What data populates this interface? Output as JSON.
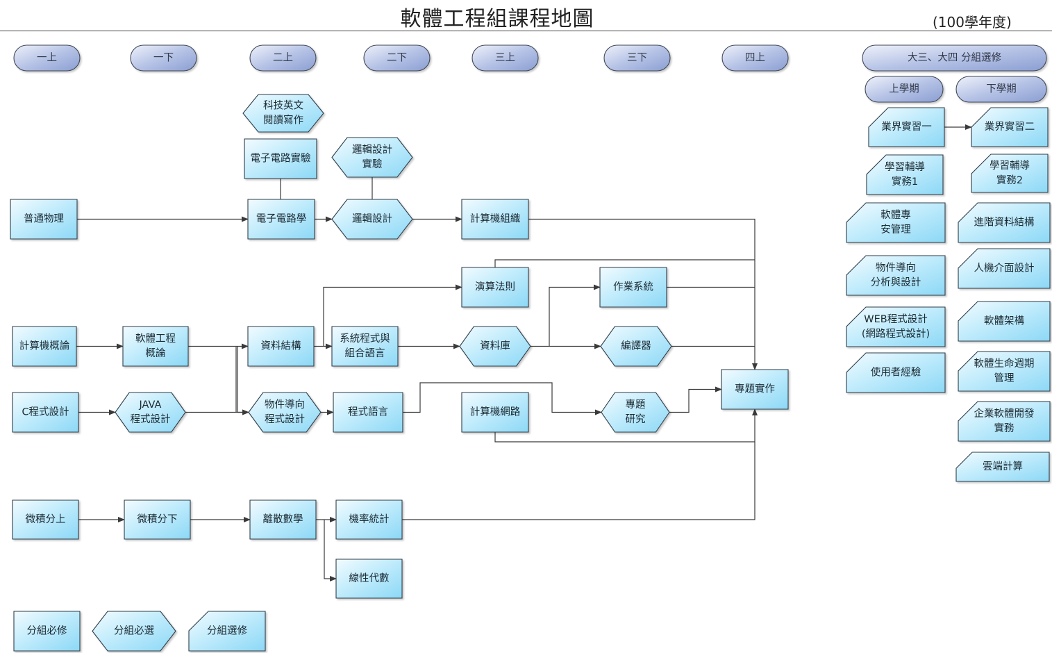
{
  "header": {
    "title": "軟體工程組課程地圖",
    "year": "(100學年度)"
  },
  "colors": {
    "node_fill_top": "#eaf8fe",
    "node_fill_bottom": "#8ed9f6",
    "node_border": "#2f3d4a",
    "pill_fill_top": "#e4e9f6",
    "pill_fill_bottom": "#8a9fd0",
    "edge": "#3a3a3a"
  },
  "semesters": [
    {
      "id": "s1",
      "label": "一上"
    },
    {
      "id": "s2",
      "label": "一下"
    },
    {
      "id": "s3",
      "label": "二上"
    },
    {
      "id": "s4",
      "label": "二下"
    },
    {
      "id": "s5",
      "label": "三上"
    },
    {
      "id": "s6",
      "label": "三下"
    },
    {
      "id": "s7",
      "label": "四上"
    },
    {
      "id": "elective",
      "label": "大三、大四 分組選修"
    },
    {
      "id": "upper",
      "label": "上學期"
    },
    {
      "id": "lower",
      "label": "下學期"
    }
  ],
  "nodes": [
    {
      "id": "tech-english",
      "type": "required-elective",
      "lines": [
        "科技英文",
        "閱讀寫作"
      ]
    },
    {
      "id": "elec-lab",
      "type": "required",
      "lines": [
        "電子電路實驗"
      ]
    },
    {
      "id": "logic-lab",
      "type": "required-elective",
      "lines": [
        "邏輯設計",
        "實驗"
      ]
    },
    {
      "id": "physics",
      "type": "required",
      "lines": [
        "普通物理"
      ]
    },
    {
      "id": "electronics",
      "type": "required",
      "lines": [
        "電子電路學"
      ]
    },
    {
      "id": "logic",
      "type": "required-elective",
      "lines": [
        "邏輯設計"
      ]
    },
    {
      "id": "comp-org",
      "type": "required",
      "lines": [
        "計算機組織"
      ]
    },
    {
      "id": "algorithms",
      "type": "required",
      "lines": [
        "演算法則"
      ]
    },
    {
      "id": "os",
      "type": "required",
      "lines": [
        "作業系統"
      ]
    },
    {
      "id": "intro-cs",
      "type": "required",
      "lines": [
        "計算機概論"
      ]
    },
    {
      "id": "intro-se",
      "type": "required",
      "lines": [
        "軟體工程",
        "概論"
      ]
    },
    {
      "id": "data-struct",
      "type": "required",
      "lines": [
        "資料結構"
      ]
    },
    {
      "id": "sys-prog",
      "type": "required",
      "lines": [
        "系統程式與",
        "組合語言"
      ]
    },
    {
      "id": "database",
      "type": "required-elective",
      "lines": [
        "資料庫"
      ]
    },
    {
      "id": "compiler",
      "type": "required-elective",
      "lines": [
        "編譯器"
      ]
    },
    {
      "id": "capstone",
      "type": "required",
      "lines": [
        "專題實作"
      ]
    },
    {
      "id": "c-prog",
      "type": "required",
      "lines": [
        "C程式設計"
      ]
    },
    {
      "id": "java",
      "type": "required-elective",
      "lines": [
        "JAVA",
        "程式設計"
      ]
    },
    {
      "id": "oop",
      "type": "required-elective",
      "lines": [
        "物件導向",
        "程式設計"
      ]
    },
    {
      "id": "prog-lang",
      "type": "required",
      "lines": [
        "程式語言"
      ]
    },
    {
      "id": "networks",
      "type": "required",
      "lines": [
        "計算機網路"
      ]
    },
    {
      "id": "research",
      "type": "required-elective",
      "lines": [
        "專題",
        "研究"
      ]
    },
    {
      "id": "calc1",
      "type": "required",
      "lines": [
        "微積分上"
      ]
    },
    {
      "id": "calc2",
      "type": "required",
      "lines": [
        "微積分下"
      ]
    },
    {
      "id": "discrete",
      "type": "required",
      "lines": [
        "離散數學"
      ]
    },
    {
      "id": "probability",
      "type": "required",
      "lines": [
        "機率統計"
      ]
    },
    {
      "id": "linear-algebra",
      "type": "required",
      "lines": [
        "線性代數"
      ]
    },
    {
      "id": "intern1",
      "type": "elective",
      "lines": [
        "業界實習一"
      ]
    },
    {
      "id": "intern2",
      "type": "elective",
      "lines": [
        "業界實習二"
      ]
    },
    {
      "id": "tutor1",
      "type": "elective",
      "lines": [
        "學習輔導",
        "實務1"
      ]
    },
    {
      "id": "tutor2",
      "type": "elective",
      "lines": [
        "學習輔導",
        "實務2"
      ]
    },
    {
      "id": "sw-pm",
      "type": "elective",
      "lines": [
        "軟體專",
        "安管理"
      ]
    },
    {
      "id": "adv-ds",
      "type": "elective",
      "lines": [
        "進階資料結構"
      ]
    },
    {
      "id": "ooad",
      "type": "elective",
      "lines": [
        "物件導向",
        "分析與設計"
      ]
    },
    {
      "id": "hci",
      "type": "elective",
      "lines": [
        "人機介面設計"
      ]
    },
    {
      "id": "web",
      "type": "elective",
      "lines": [
        "WEB程式設計",
        "(網路程式設計)"
      ]
    },
    {
      "id": "sw-arch",
      "type": "elective",
      "lines": [
        "軟體架構"
      ]
    },
    {
      "id": "ux",
      "type": "elective",
      "lines": [
        "使用者經驗"
      ]
    },
    {
      "id": "sdlc",
      "type": "elective",
      "lines": [
        "軟體生命週期",
        "管理"
      ]
    },
    {
      "id": "enterprise",
      "type": "elective",
      "lines": [
        "企業軟體開發",
        "實務"
      ]
    },
    {
      "id": "cloud",
      "type": "elective",
      "lines": [
        "雲端計算"
      ]
    }
  ],
  "legend": [
    {
      "type": "required",
      "label": "分組必修"
    },
    {
      "type": "required-elective",
      "label": "分組必選"
    },
    {
      "type": "elective",
      "label": "分組選修"
    }
  ],
  "edges": [
    {
      "from": "physics",
      "to": "electronics"
    },
    {
      "from": "elec-lab",
      "to": "electronics",
      "arrow": false
    },
    {
      "from": "logic-lab",
      "to": "logic",
      "arrow": false
    },
    {
      "from": "electronics",
      "to": "logic"
    },
    {
      "from": "logic",
      "to": "comp-org"
    },
    {
      "from": "comp-org",
      "to": "capstone"
    },
    {
      "from": "algorithms",
      "to": "capstone"
    },
    {
      "from": "os",
      "to": "capstone"
    },
    {
      "from": "compiler",
      "to": "capstone"
    },
    {
      "from": "research",
      "to": "capstone"
    },
    {
      "from": "networks",
      "to": "capstone"
    },
    {
      "from": "probability",
      "to": "capstone"
    },
    {
      "from": "intro-cs",
      "to": "intro-se"
    },
    {
      "from": "intro-se",
      "to": "data-struct"
    },
    {
      "from": "intro-se",
      "to": "oop"
    },
    {
      "from": "java",
      "to": "data-struct"
    },
    {
      "from": "java",
      "to": "oop"
    },
    {
      "from": "data-struct",
      "to": "sys-prog"
    },
    {
      "from": "data-struct",
      "to": "algorithms"
    },
    {
      "from": "sys-prog",
      "to": "database"
    },
    {
      "from": "database",
      "to": "os"
    },
    {
      "from": "database",
      "to": "compiler"
    },
    {
      "from": "c-prog",
      "to": "java"
    },
    {
      "from": "oop",
      "to": "prog-lang"
    },
    {
      "from": "prog-lang",
      "to": "research"
    },
    {
      "from": "calc1",
      "to": "calc2"
    },
    {
      "from": "calc2",
      "to": "discrete"
    },
    {
      "from": "discrete",
      "to": "probability"
    },
    {
      "from": "discrete",
      "to": "linear-algebra"
    },
    {
      "from": "intern1",
      "to": "intern2"
    }
  ]
}
